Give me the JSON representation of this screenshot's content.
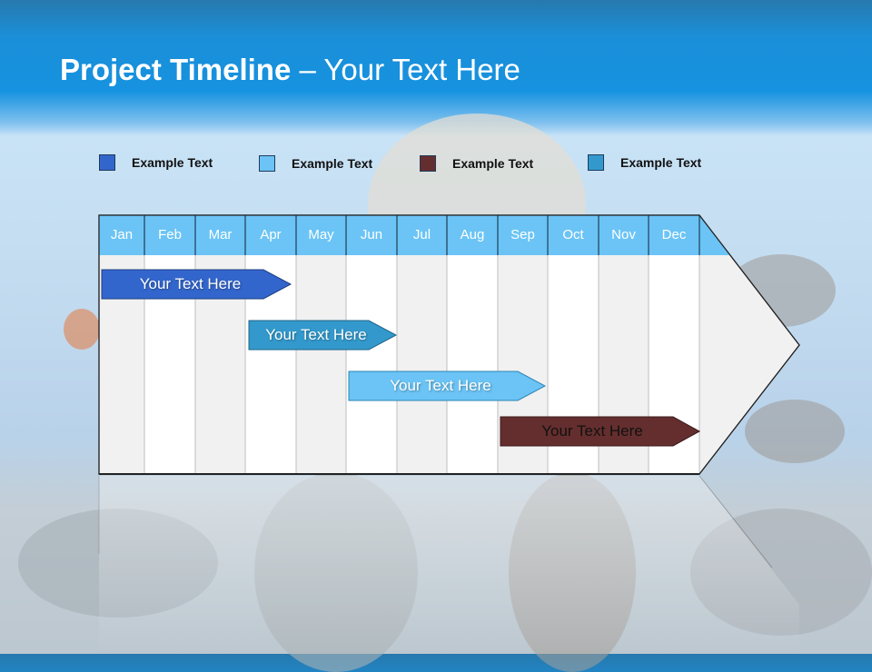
{
  "title": {
    "bold": "Project Timeline",
    "rest": " – Your Text Here"
  },
  "legend": [
    {
      "label": "Example Text",
      "color": "#3366cc"
    },
    {
      "label": "Example Text",
      "color": "#6bc4f5"
    },
    {
      "label": "Example Text",
      "color": "#652e2e"
    },
    {
      "label": "Example Text",
      "color": "#3399cc"
    }
  ],
  "timeline": {
    "months": [
      "Jan",
      "Feb",
      "Mar",
      "Apr",
      "May",
      "Jun",
      "Jul",
      "Aug",
      "Sep",
      "Oct",
      "Nov",
      "Dec"
    ],
    "header_color": "#6bc4f5",
    "tasks": [
      {
        "label": "Your  Text Here",
        "start": "Jan",
        "end": "Apr",
        "color": "#3366cc",
        "text_color": "#ffffff"
      },
      {
        "label": "Your  Text Here",
        "start": "Apr",
        "end": "Jun",
        "color": "#3399cc",
        "text_color": "#ffffff"
      },
      {
        "label": "Your  Text Here",
        "start": "Jun",
        "end": "Sep",
        "color": "#6bc4f5",
        "text_color": "#ffffff"
      },
      {
        "label": "Your  Text Here",
        "start": "Aug",
        "end": "Dec",
        "color": "#652e2e",
        "text_color": "#111111"
      }
    ]
  }
}
